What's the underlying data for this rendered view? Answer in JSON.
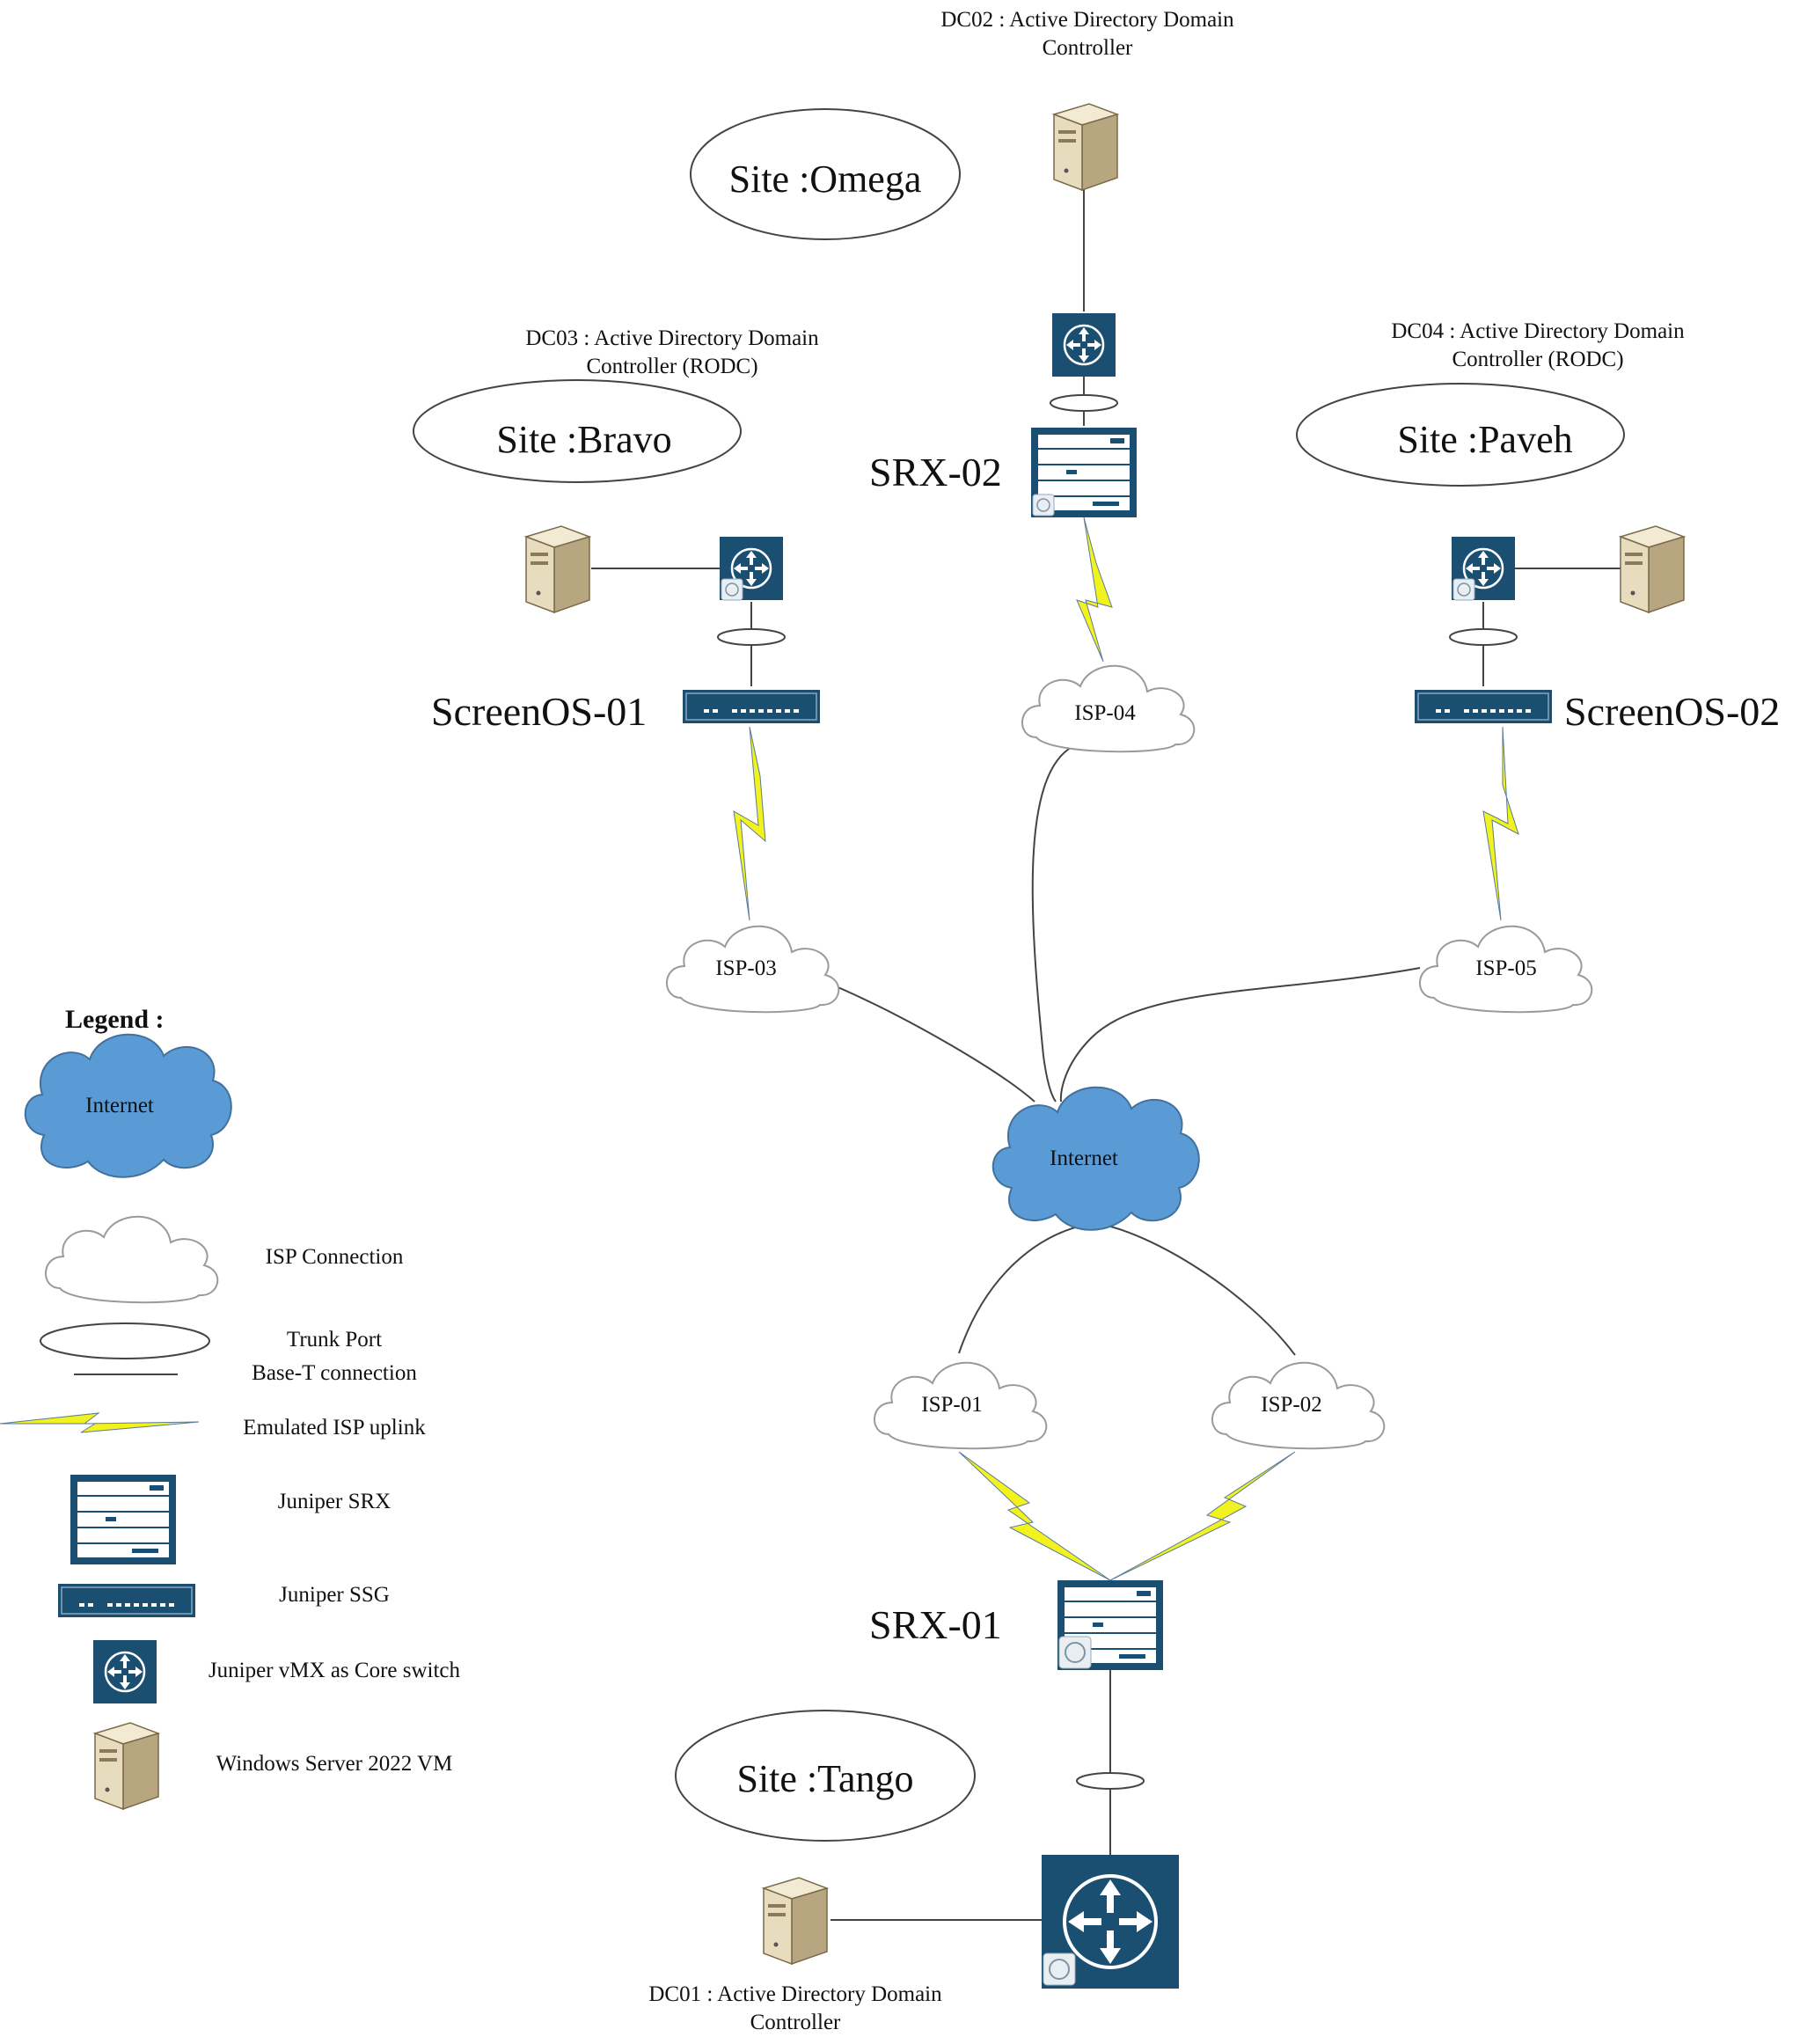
{
  "sites": {
    "omega": "Site :Omega",
    "bravo": "Site :Bravo",
    "paveh": "Site :Paveh",
    "tango": "Site :Tango"
  },
  "servers": {
    "dc02": [
      "DC02 : Active Directory Domain",
      "Controller"
    ],
    "dc03": [
      "DC03 : Active Directory Domain",
      "Controller (RODC)"
    ],
    "dc04": [
      "DC04 : Active Directory Domain",
      "Controller (RODC)"
    ],
    "dc01": [
      "DC01 : Active Directory Domain",
      "Controller"
    ]
  },
  "devices": {
    "srx02": "SRX-02",
    "srx01": "SRX-01",
    "screenos01": "ScreenOS-01",
    "screenos02": "ScreenOS-02"
  },
  "isps": {
    "isp01": "ISP-01",
    "isp02": "ISP-02",
    "isp03": "ISP-03",
    "isp04": "ISP-04",
    "isp05": "ISP-05"
  },
  "internet_label": "Internet",
  "legend": {
    "title": "Legend :",
    "internet": "Internet",
    "isp_connection": "ISP Connection",
    "trunk_port": "Trunk Port",
    "base_t": "Base-T connection",
    "emulated_uplink": "Emulated ISP uplink",
    "juniper_srx": "Juniper SRX",
    "juniper_ssg": "Juniper SSG",
    "juniper_vmx": "Juniper vMX as Core switch",
    "windows_server": "Windows Server 2022 VM"
  },
  "colors": {
    "juniper_blue": "#1b4f72",
    "internet_blue": "#5b9bd5",
    "lightning_yellow": "#f2f21e",
    "server_beige": "#e8dcbf"
  }
}
